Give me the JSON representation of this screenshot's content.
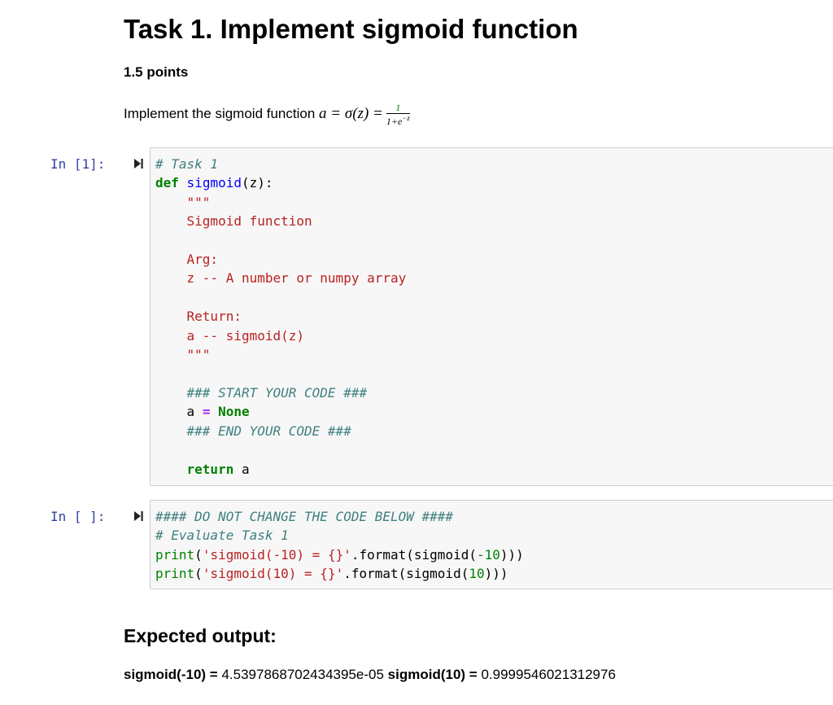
{
  "task": {
    "title": "Task 1. Implement sigmoid function",
    "points": "1.5 points",
    "description": "Implement the sigmoid function",
    "formula": {
      "lhs": "a = σ(z) =",
      "numerator": "1",
      "denominator_base": "1+e",
      "denominator_exp": "−z"
    }
  },
  "cell1": {
    "prompt": "In [1]:",
    "lines": {
      "l1": "# Task 1",
      "l2_kw": "def",
      "l2_fn": "sigmoid",
      "l2_rest": "(z):",
      "l3": "    \"\"\"",
      "l4": "    Sigmoid function",
      "l5": "",
      "l6": "    Arg:",
      "l7": "    z -- A number or numpy array",
      "l8": "",
      "l9": "    Return:",
      "l10": "    a -- sigmoid(z)",
      "l11": "    \"\"\"",
      "l12": "",
      "l13": "### START YOUR CODE ###",
      "l14_var": "a",
      "l14_op": "=",
      "l14_val": "None",
      "l15": "### END YOUR CODE ###",
      "l16": "",
      "l17_kw": "return",
      "l17_var": "a"
    }
  },
  "cell2": {
    "prompt": "In [ ]:",
    "lines": {
      "l1": "#### DO NOT CHANGE THE CODE BELOW ####",
      "l2": "# Evaluate Task 1",
      "l3_fn": "print",
      "l3_str": "'sigmoid(-10) = {}'",
      "l3_mid": ".format(sigmoid(",
      "l3_num": "-10",
      "l3_end": ")))",
      "l4_fn": "print",
      "l4_str": "'sigmoid(10) = {}'",
      "l4_mid": ".format(sigmoid(",
      "l4_num": "10",
      "l4_end": ")))"
    }
  },
  "expected": {
    "heading": "Expected output:",
    "label1": "sigmoid(-10) =",
    "value1": "4.5397868702434395e-05",
    "label2": "sigmoid(10) =",
    "value2": "0.9999546021312976"
  }
}
